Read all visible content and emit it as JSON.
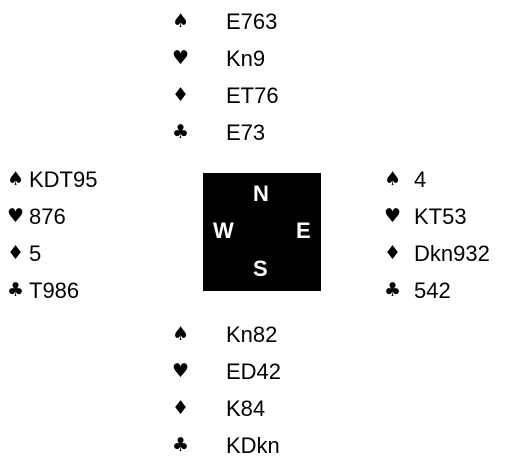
{
  "suit_symbols": {
    "spades": "♠",
    "hearts": "♥",
    "diamonds": "♦",
    "clubs": "♣"
  },
  "compass": {
    "north": "N",
    "west": "W",
    "east": "E",
    "south": "S"
  },
  "hands": {
    "north": {
      "spades": "E763",
      "hearts": "Kn9",
      "diamonds": "ET76",
      "clubs": "E73"
    },
    "west": {
      "spades": "KDT95",
      "hearts": "876",
      "diamonds": "5",
      "clubs": "T986"
    },
    "east": {
      "spades": "4",
      "hearts": "KT53",
      "diamonds": "Dkn932",
      "clubs": "542"
    },
    "south": {
      "spades": "Kn82",
      "hearts": "ED42",
      "diamonds": "K84",
      "clubs": "KDkn"
    }
  },
  "colors": {
    "text": "#000000",
    "compass_bg": "#000000",
    "compass_text": "#ffffff"
  }
}
